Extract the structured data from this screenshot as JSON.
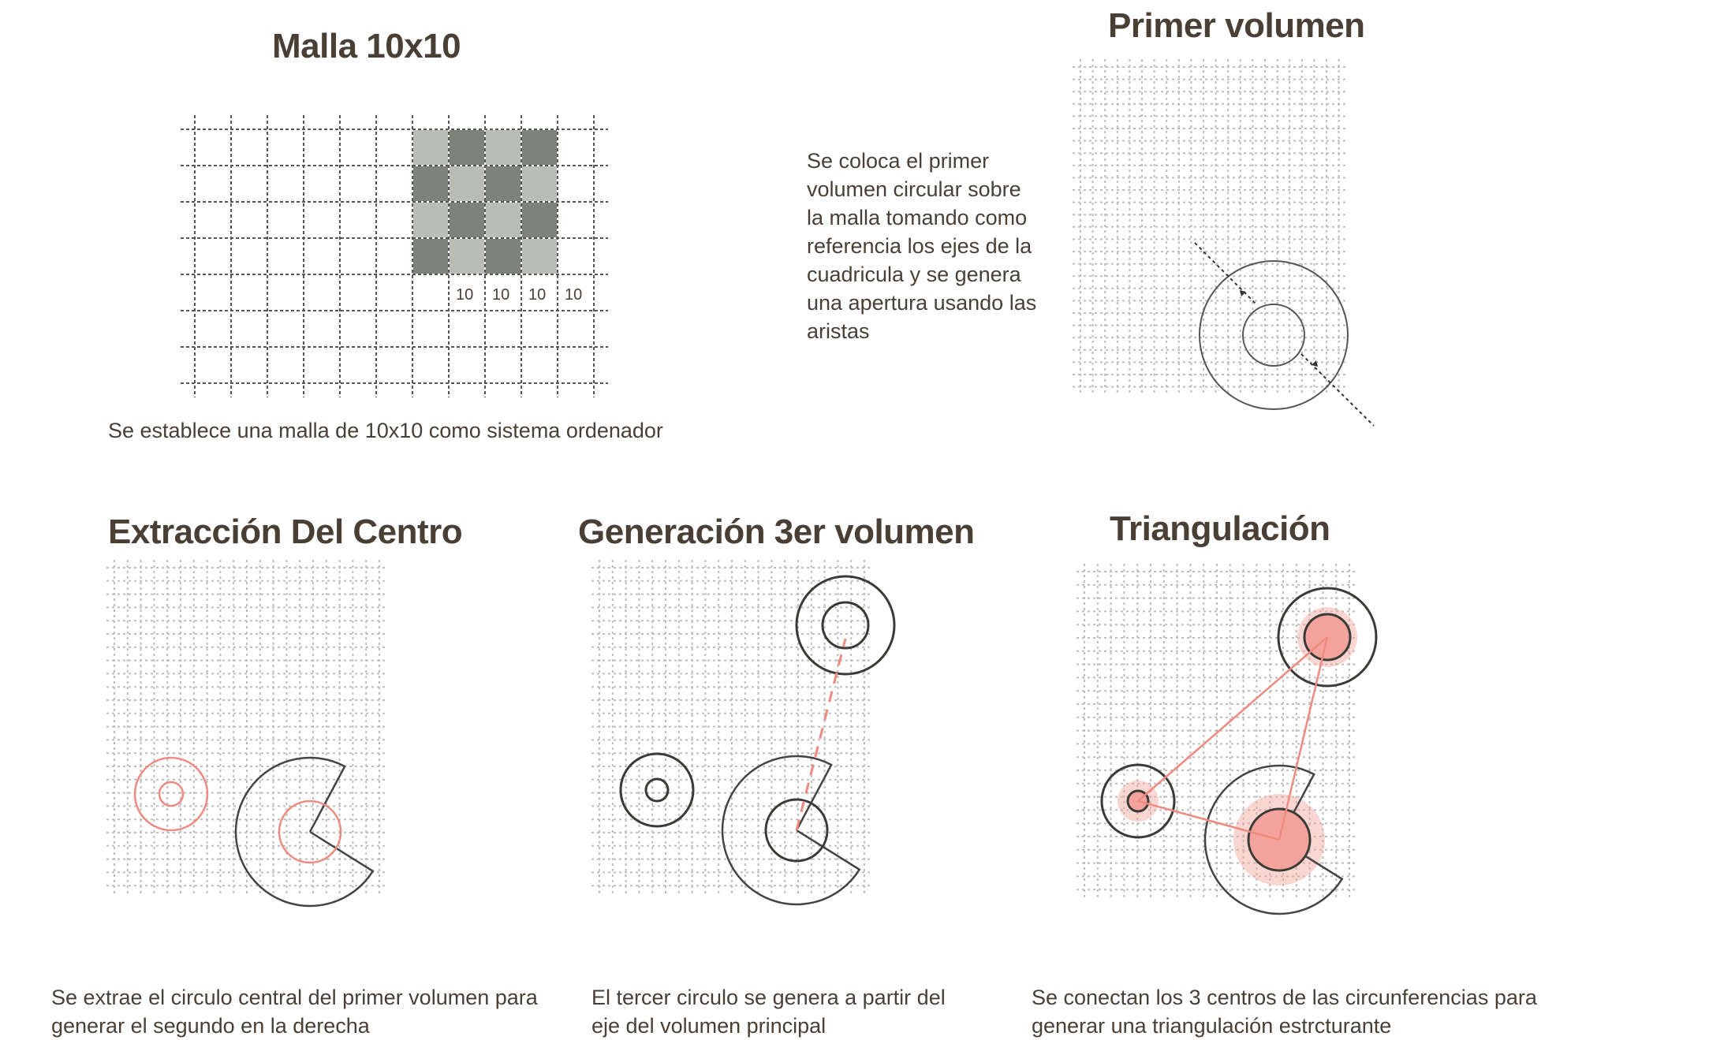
{
  "colors": {
    "text": "#4a3f35",
    "grid": "#bdbdbd",
    "ink": "#3a3a36",
    "accent": "#ef8a80",
    "accent_fill": "#f3a39b",
    "dark_cell": "#7c8378",
    "light_cell": "#b9bdb6"
  },
  "panels": {
    "malla": {
      "title": "Malla 10x10",
      "caption": "Se establece una malla de 10x10 como sistema ordenador",
      "dim_labels": [
        "10",
        "10",
        "10",
        "10"
      ]
    },
    "primer": {
      "title": "Primer volumen",
      "caption": "Se coloca el primer volumen circular sobre la malla tomando como referencia los ejes de la cuadricula y se genera una apertura usando las aristas"
    },
    "extraccion": {
      "title": "Extracción Del Centro",
      "caption": "Se extrae el circulo central del primer volumen para generar el segundo en la derecha"
    },
    "generacion": {
      "title": "Generación 3er volumen",
      "caption": "El tercer circulo se genera a partir del eje del volumen principal"
    },
    "triangulacion": {
      "title": "Triangulación",
      "caption": "Se conectan los 3 centros de las circunferencias para generar una triangulación estrcturante"
    }
  }
}
